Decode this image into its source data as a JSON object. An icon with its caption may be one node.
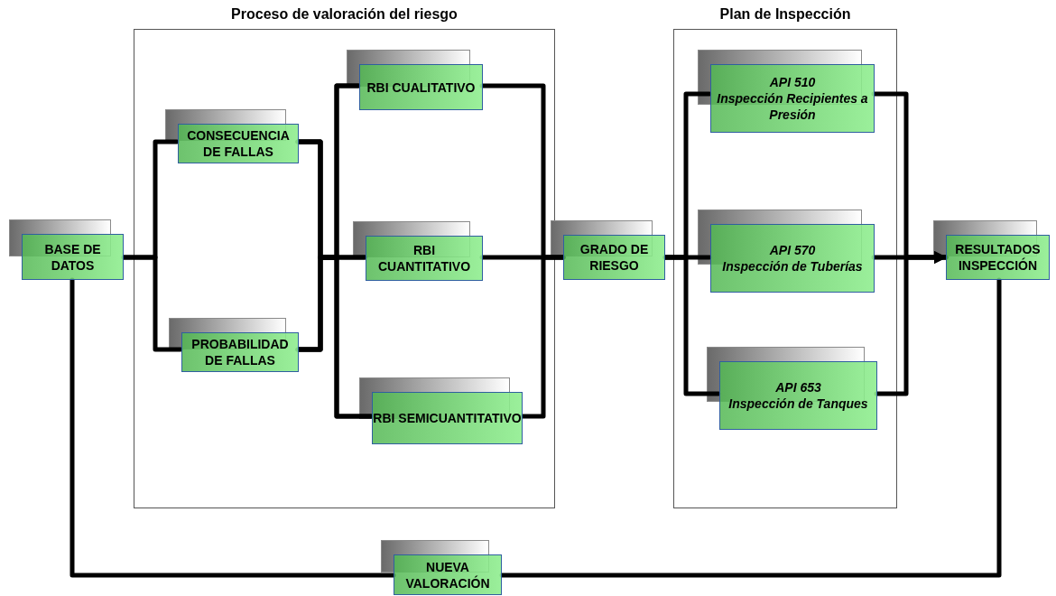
{
  "diagram": {
    "nodes": [
      {
        "text": [
          "Proceso de valoración del riesgo"
        ]
      },
      {
        "text": [
          "Plan de Inspección"
        ]
      },
      {
        "text": [
          "BASE DE DATOS"
        ]
      },
      {
        "text": [
          "CONSECUENCIA DE FALLAS"
        ],
        "in": 0
      },
      {
        "text": [
          "PROBABILIDAD DE FALLAS"
        ],
        "in": 0
      },
      {
        "text": [
          "RBI CUALITATIVO"
        ],
        "in": 0
      },
      {
        "text": [
          "RBI CUANTITATIVO"
        ],
        "in": 0
      },
      {
        "text": [
          "RBI SEMICUANTITATIVO"
        ],
        "in": 0
      },
      {
        "text": [
          "GRADO DE RIESGO"
        ]
      },
      {
        "text": [
          "API 510",
          "Inspección Recipientes a Presión"
        ],
        "in": 1
      },
      {
        "text": [
          "API 570",
          "Inspección de Tuberías"
        ],
        "in": 1
      },
      {
        "text": [
          "API 653",
          "Inspección de Tanques"
        ],
        "in": 1
      },
      {
        "text": [
          "RESULTADOS INSPECCIÓN"
        ]
      },
      {
        "text": [
          "NUEVA VALORACIÓN"
        ]
      }
    ],
    "edges": [
      {
        "from": 2,
        "to": 3,
        "arrow": "none"
      },
      {
        "from": 2,
        "to": 4,
        "arrow": "none"
      },
      {
        "from": 3,
        "to": 5,
        "arrow": "none"
      },
      {
        "from": 3,
        "to": 6,
        "arrow": "none"
      },
      {
        "from": 3,
        "to": 7,
        "arrow": "none"
      },
      {
        "from": 4,
        "to": 5,
        "arrow": "none"
      },
      {
        "from": 4,
        "to": 6,
        "arrow": "none"
      },
      {
        "from": 4,
        "to": 7,
        "arrow": "none"
      },
      {
        "from": 5,
        "to": 8,
        "arrow": "none"
      },
      {
        "from": 6,
        "to": 8,
        "arrow": "none"
      },
      {
        "from": 7,
        "to": 8,
        "arrow": "none"
      },
      {
        "from": 8,
        "to": 9,
        "arrow": "none"
      },
      {
        "from": 8,
        "to": 10,
        "arrow": "none"
      },
      {
        "from": 8,
        "to": 11,
        "arrow": "none"
      },
      {
        "from": 9,
        "to": 12,
        "arrow": "none"
      },
      {
        "from": 10,
        "to": 12,
        "arrow": "to"
      },
      {
        "from": 11,
        "to": 12,
        "arrow": "none"
      },
      {
        "from": 2,
        "to": 13,
        "arrow": "none"
      },
      {
        "from": 13,
        "to": 12,
        "arrow": "none"
      }
    ]
  }
}
